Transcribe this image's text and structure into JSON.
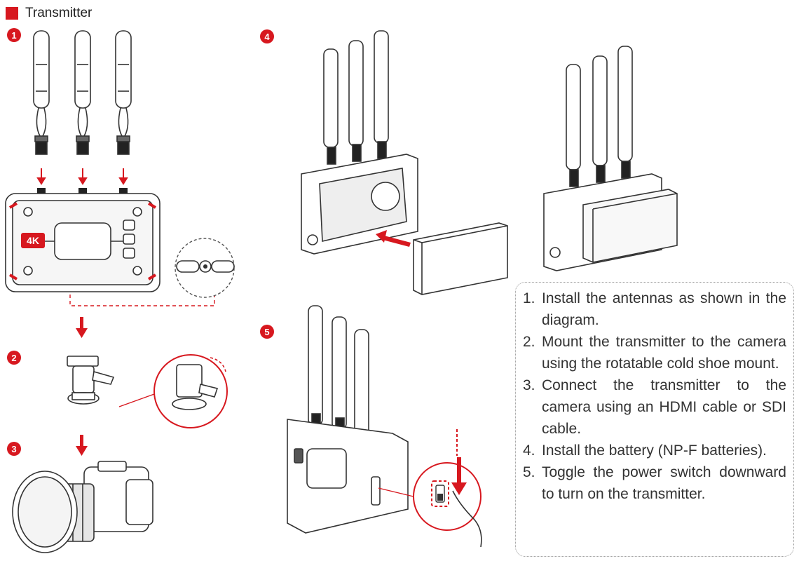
{
  "header": {
    "title": "Transmitter",
    "accent": "#d7181f"
  },
  "step_badges": [
    "1",
    "2",
    "3",
    "4",
    "5"
  ],
  "device_badge": "4K",
  "instructions": [
    {
      "num": "1.",
      "text": "Install the antennas as shown in the diagram."
    },
    {
      "num": "2.",
      "text": "Mount the transmitter to the camera using the rotatable cold shoe mount."
    },
    {
      "num": "3.",
      "text": "Connect the transmitter to the camera using an HDMI cable or SDI cable."
    },
    {
      "num": "4.",
      "text": "Install the battery (NP-F batteries)."
    },
    {
      "num": "5.",
      "text": "Toggle the power switch downward to turn on the transmitter."
    }
  ]
}
